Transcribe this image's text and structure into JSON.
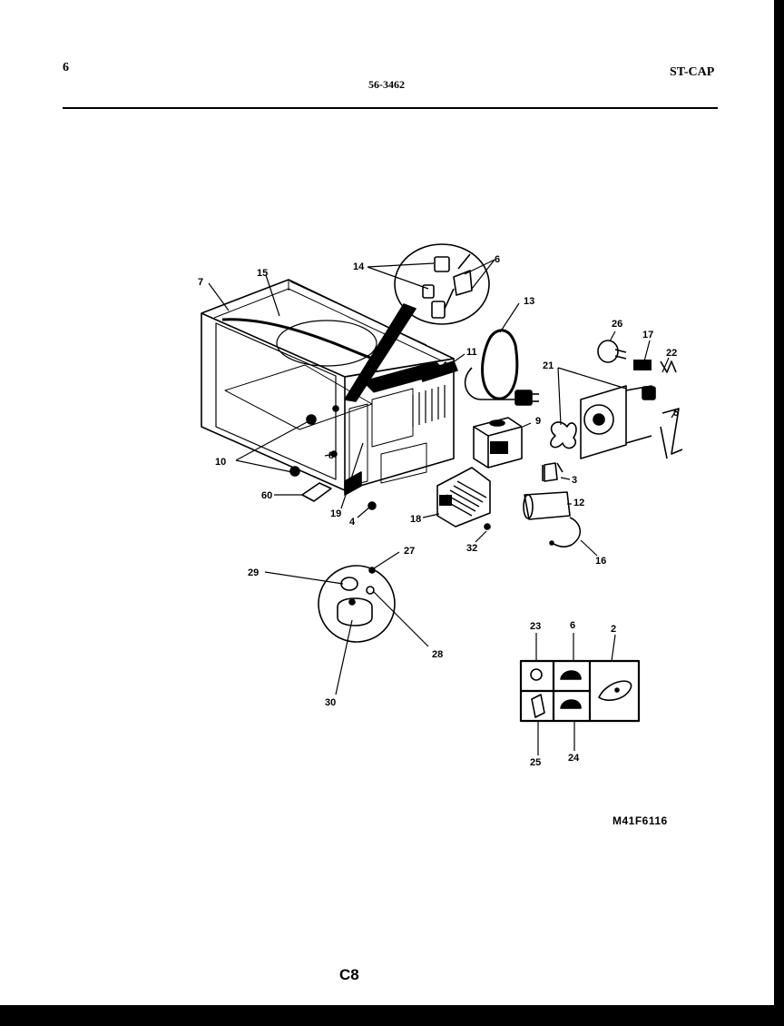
{
  "header": {
    "page_number": "6",
    "part_number": "56-3462",
    "model_code": "ST-CAP"
  },
  "callouts": {
    "c1": "1",
    "c2": "2",
    "c3": "3",
    "c4": "4",
    "c5": "5",
    "c6a": "6",
    "c6b": "6",
    "c7": "7",
    "c8": "8",
    "c9": "9",
    "c10": "10",
    "c11": "11",
    "c12": "12",
    "c13": "13",
    "c14": "14",
    "c15": "15",
    "c16": "16",
    "c17": "17",
    "c18": "18",
    "c19": "19",
    "c21": "21",
    "c22": "22",
    "c23": "23",
    "c24": "24",
    "c25": "25",
    "c26": "26",
    "c27": "27",
    "c28": "28",
    "c29": "29",
    "c30": "30",
    "c32": "32",
    "c60": "60"
  },
  "footer": {
    "diagram_code": "M41F6116",
    "page_label": "C8"
  }
}
